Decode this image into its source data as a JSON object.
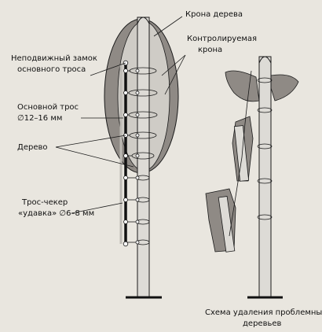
{
  "labels": {
    "crown": "Крона дерева",
    "controlled_crown_1": "Контролируемая",
    "controlled_crown_2": "крона",
    "lock_1": "Неподвижный замок",
    "lock_2": "основного троса",
    "main_rope_1": "Основной трос",
    "main_rope_2": "∅12–16 мм",
    "tree": "Дерево",
    "choker_1": "Трос-чекер",
    "choker_2": "«удавка» ∅6–8 мм",
    "scheme_1": "Схема удаления проблемных",
    "scheme_2": "деревьев"
  },
  "colors": {
    "paper": "#e9e6df",
    "crown_dark": "#8f8a85",
    "crown_light": "#cfccc6",
    "trunk": "#dddbd6",
    "ink": "#1a1a1a",
    "rope": "#111111"
  }
}
